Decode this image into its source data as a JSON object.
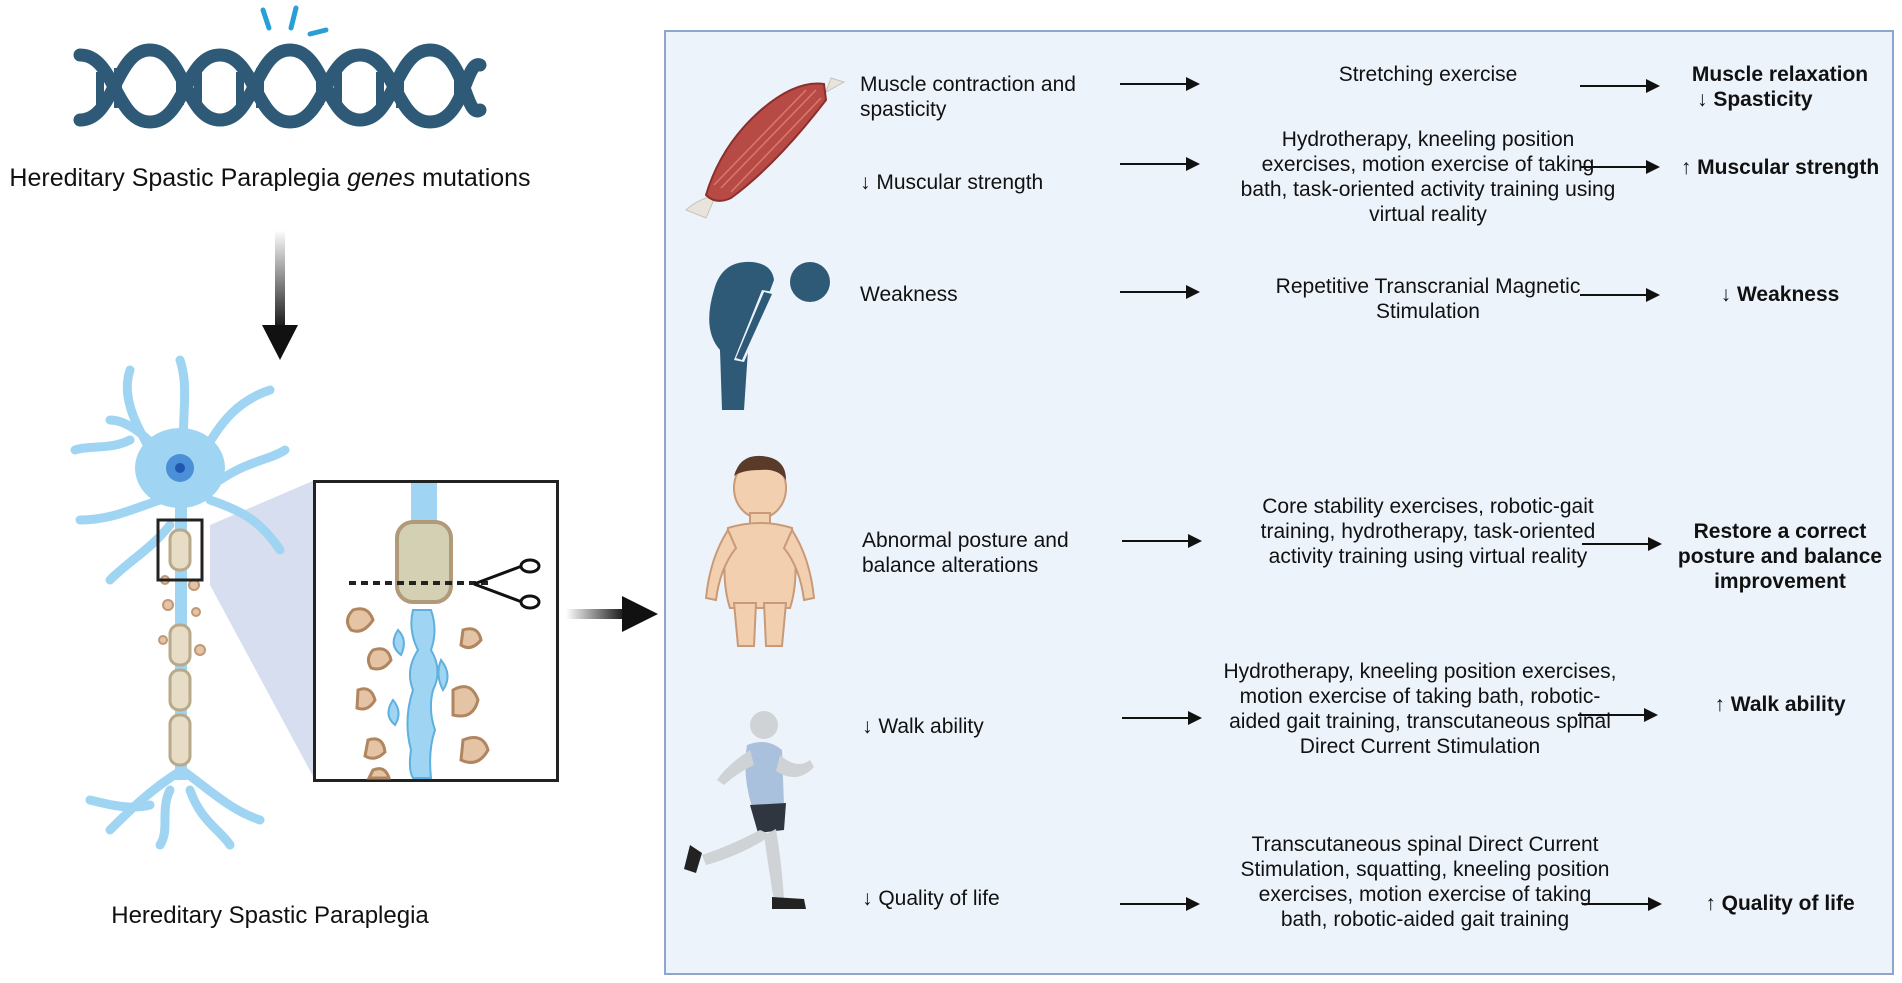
{
  "left": {
    "title_pre": "Hereditary Spastic Paraplegia ",
    "title_em": "genes",
    "title_post": " mutations",
    "caption": "Hereditary Spastic Paraplegia"
  },
  "rows": [
    {
      "condition": "Muscle contraction and spasticity",
      "treatment": "Stretching exercise",
      "outcome_l1": "Muscle relaxation",
      "outcome_l2": "↓ Spasticity"
    },
    {
      "condition": "↓ Muscular strength",
      "treatment": "Hydrotherapy, kneeling position exercises, motion exercise of taking bath, task-oriented activity training using virtual reality",
      "outcome_l1": "↑ Muscular strength",
      "outcome_l2": ""
    },
    {
      "condition": "Weakness",
      "treatment": "Repetitive Transcranial Magnetic Stimulation",
      "outcome_l1": "↓ Weakness",
      "outcome_l2": ""
    },
    {
      "condition": "Abnormal posture and balance alterations",
      "treatment": "Core stability exercises, robotic-gait training, hydrotherapy, task-oriented activity training using virtual reality",
      "outcome_l1": "Restore a correct posture and balance improvement",
      "outcome_l2": ""
    },
    {
      "condition": "↓ Walk ability",
      "treatment": "Hydrotherapy, kneeling position exercises, motion exercise of taking bath, robotic-aided gait training, transcutaneous spinal Direct Current Stimulation",
      "outcome_l1": "↑ Walk ability",
      "outcome_l2": ""
    },
    {
      "condition": "↓ Quality of life",
      "treatment": "Transcutaneous spinal Direct Current Stimulation, squatting, kneeling position exercises, motion exercise of taking bath, robotic-aided gait training",
      "outcome_l1": "↑ Quality of life",
      "outcome_l2": ""
    }
  ],
  "icons": {
    "dna": "dna-helix-icon",
    "neuron": "neuron-icon",
    "muscle": "muscle-icon",
    "weak": "weak-person-icon",
    "child": "child-body-icon",
    "runner": "runner-icon",
    "scissors": "scissors-icon"
  },
  "colors": {
    "dna": "#2e5a78",
    "neuron": "#9fd5f2",
    "panel_bg": "#edf3fb",
    "panel_border": "#8ea6cc"
  }
}
